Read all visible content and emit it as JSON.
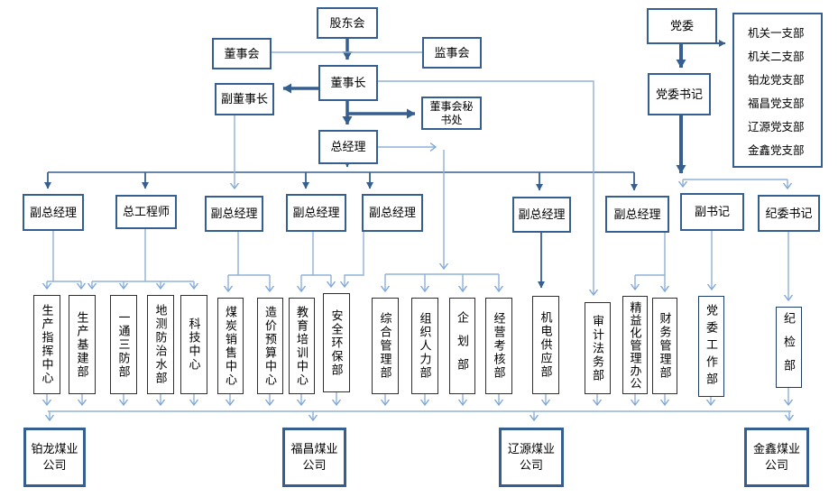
{
  "colors": {
    "box_border": "#365f91",
    "dark_line": "#365f91",
    "light_line": "#8fb1d8",
    "dept_border": "#2f2f2f"
  },
  "top": {
    "shareholders": "股东会",
    "board": "董事会",
    "supervisory": "监事会",
    "chairman": "董事长",
    "vice_chairman": "副董事长",
    "board_secretariat": "董事会秘书处",
    "general_manager": "总经理",
    "party_committee": "党委",
    "party_secretary": "党委书记"
  },
  "party_branches": [
    "机关一支部",
    "机关二支部",
    "铂龙党支部",
    "福昌党支部",
    "辽源党支部",
    "金鑫党支部"
  ],
  "managers": [
    "副总经理",
    "总工程师",
    "副总经理",
    "副总经理",
    "副总经理",
    "副总经理",
    "副总经理",
    "副书记",
    "纪委书记"
  ],
  "departments": [
    "生产指挥中心",
    "生产基建部",
    "一通三防部",
    "地测防治水部",
    "科技中心",
    "煤炭销售中心",
    "造价预算中心",
    "教育培训中心",
    "安全环保部",
    "综合管理部",
    "组织人力部",
    "企划部",
    "经营考核部",
    "机电供应部",
    "审计法务部",
    "精益化管理办公",
    "财务管理部",
    "党委工作部",
    "纪检部"
  ],
  "companies": [
    "铂龙煤业公司",
    "福昌煤业公司",
    "辽源煤业公司",
    "金鑫煤业公司"
  ]
}
